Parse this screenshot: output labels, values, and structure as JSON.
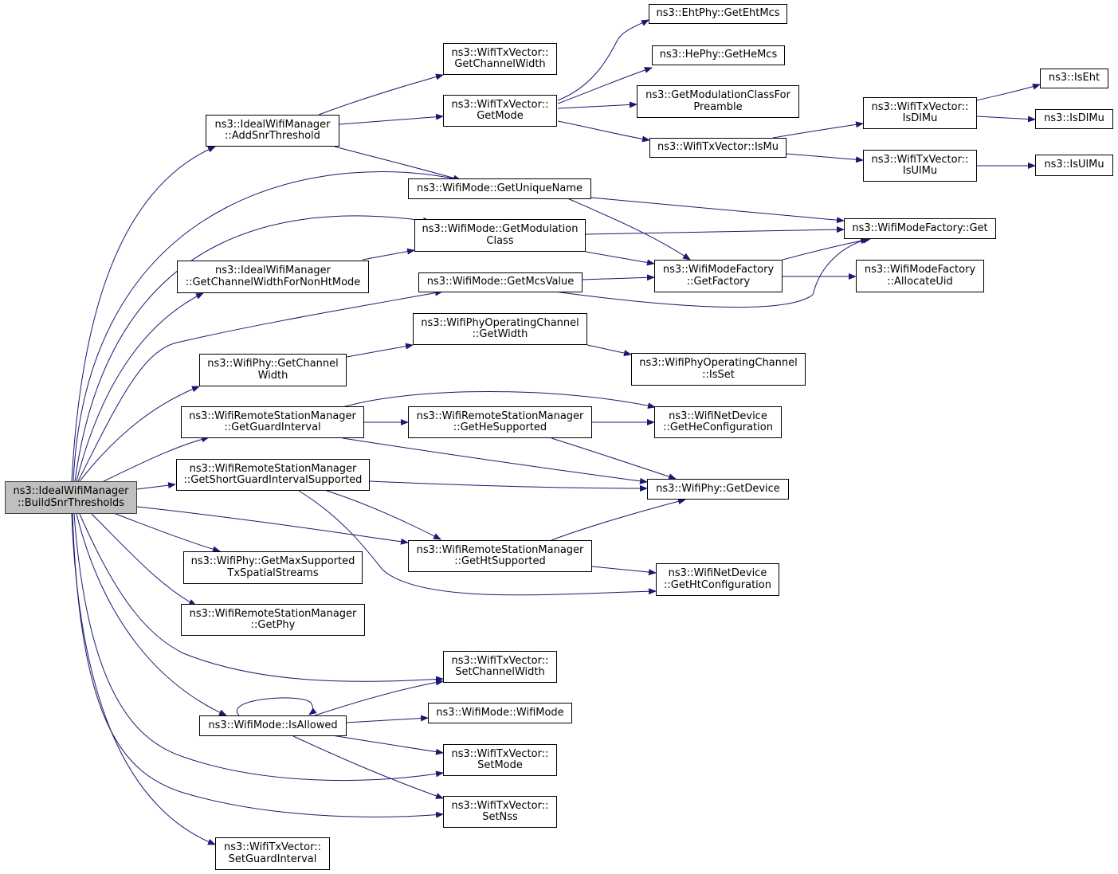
{
  "colors": {
    "edge": "#191970",
    "root_fill": "#bfbfbf",
    "node_border": "#000000"
  },
  "nodes": {
    "build_snr": [
      "ns3::IdealWifiManager",
      "::BuildSnrThresholds"
    ],
    "add_snr": [
      "ns3::IdealWifiManager",
      "::AddSnrThreshold"
    ],
    "txv_getcw": [
      "ns3::WifiTxVector::",
      "GetChannelWidth"
    ],
    "txv_getmode": [
      "ns3::WifiTxVector::",
      "GetMode"
    ],
    "eht_mcs": [
      "ns3::EhtPhy::GetEhtMcs"
    ],
    "he_mcs": [
      "ns3::HePhy::GetHeMcs"
    ],
    "get_modclass_preamble": [
      "ns3::GetModulationClassFor",
      "Preamble"
    ],
    "txv_ismu": [
      "ns3::WifiTxVector::IsMu"
    ],
    "txv_isdlmu": [
      "ns3::WifiTxVector::",
      "IsDlMu"
    ],
    "txv_isulmu": [
      "ns3::WifiTxVector::",
      "IsUlMu"
    ],
    "is_eht": [
      "ns3::IsEht"
    ],
    "is_dlmu": [
      "ns3::IsDlMu"
    ],
    "is_ulmu": [
      "ns3::IsUlMu"
    ],
    "wm_unique": [
      "ns3::WifiMode::GetUniqueName"
    ],
    "wm_modclass": [
      "ns3::WifiMode::GetModulation",
      "Class"
    ],
    "wmf_get": [
      "ns3::WifiModeFactory::Get"
    ],
    "iwm_cw_nonht": [
      "ns3::IdealWifiManager",
      "::GetChannelWidthForNonHtMode"
    ],
    "wm_mcs": [
      "ns3::WifiMode::GetMcsValue"
    ],
    "wmf_factory": [
      "ns3::WifiModeFactory",
      "::GetFactory"
    ],
    "wmf_alloc": [
      "ns3::WifiModeFactory",
      "::AllocateUid"
    ],
    "poc_width": [
      "ns3::WifiPhyOperatingChannel",
      "::GetWidth"
    ],
    "poc_isset": [
      "ns3::WifiPhyOperatingChannel",
      "::IsSet"
    ],
    "phy_getcw": [
      "ns3::WifiPhy::GetChannel",
      "Width"
    ],
    "rsm_gi": [
      "ns3::WifiRemoteStationManager",
      "::GetGuardInterval"
    ],
    "rsm_he": [
      "ns3::WifiRemoteStationManager",
      "::GetHeSupported"
    ],
    "nd_heconf": [
      "ns3::WifiNetDevice",
      "::GetHeConfiguration"
    ],
    "rsm_sgi": [
      "ns3::WifiRemoteStationManager",
      "::GetShortGuardIntervalSupported"
    ],
    "phy_device": [
      "ns3::WifiPhy::GetDevice"
    ],
    "rsm_ht": [
      "ns3::WifiRemoteStationManager",
      "::GetHtSupported"
    ],
    "nd_htconf": [
      "ns3::WifiNetDevice",
      "::GetHtConfiguration"
    ],
    "phy_maxss": [
      "ns3::WifiPhy::GetMaxSupported",
      "TxSpatialStreams"
    ],
    "rsm_phy": [
      "ns3::WifiRemoteStationManager",
      "::GetPhy"
    ],
    "txv_setcw": [
      "ns3::WifiTxVector::",
      "SetChannelWidth"
    ],
    "wm_isallowed": [
      "ns3::WifiMode::IsAllowed"
    ],
    "wm_ctor": [
      "ns3::WifiMode::WifiMode"
    ],
    "txv_setmode": [
      "ns3::WifiTxVector::",
      "SetMode"
    ],
    "txv_setnss": [
      "ns3::WifiTxVector::",
      "SetNss"
    ],
    "txv_setgi": [
      "ns3::WifiTxVector::",
      "SetGuardInterval"
    ]
  }
}
